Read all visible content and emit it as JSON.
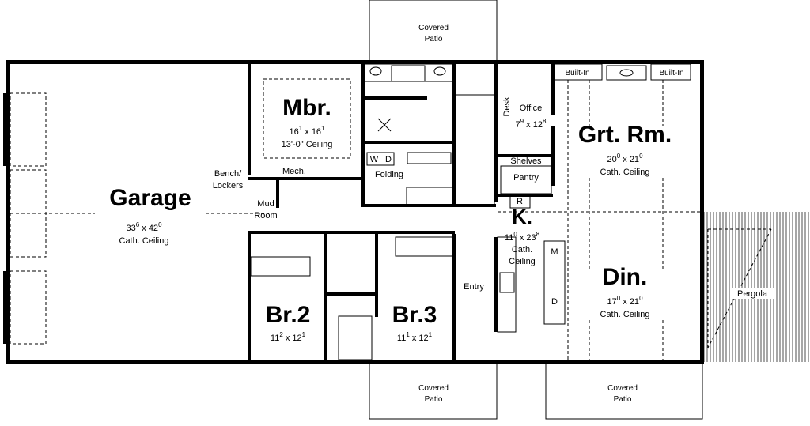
{
  "rooms": {
    "garage": {
      "name": "Garage",
      "w": "33",
      "wi": "6",
      "h": "42",
      "hi": "0",
      "note": "Cath. Ceiling"
    },
    "mbr": {
      "name": "Mbr.",
      "w": "16",
      "wi": "1",
      "h": "16",
      "hi": "1",
      "note": "13'-0\" Ceiling"
    },
    "grt": {
      "name": "Grt. Rm.",
      "w": "20",
      "wi": "0",
      "h": "21",
      "hi": "0",
      "note": "Cath. Ceiling"
    },
    "office": {
      "name": "Office",
      "w": "7",
      "wi": "9",
      "h": "12",
      "hi": "8"
    },
    "kitchen": {
      "name": "K.",
      "w": "11",
      "wi": "0",
      "h": "23",
      "hi": "8",
      "note1": "Cath.",
      "note2": "Ceiling"
    },
    "din": {
      "name": "Din.",
      "w": "17",
      "wi": "0",
      "h": "21",
      "hi": "0",
      "note": "Cath. Ceiling"
    },
    "br2": {
      "name": "Br.2",
      "w": "11",
      "wi": "2",
      "h": "12",
      "hi": "1"
    },
    "br3": {
      "name": "Br.3",
      "w": "11",
      "wi": "1",
      "h": "12",
      "hi": "1"
    }
  },
  "labels": {
    "patio_top": [
      "Covered",
      "Patio"
    ],
    "patio_bottom_left": [
      "Covered",
      "Patio"
    ],
    "patio_bottom_right": [
      "Covered",
      "Patio"
    ],
    "bench": [
      "Bench/",
      "Lockers"
    ],
    "mech": "Mech.",
    "mud": [
      "Mud",
      "Room"
    ],
    "folding": "Folding",
    "washer": "W",
    "dryer": "D",
    "desk": "Desk",
    "shelves": "Shelves",
    "pantry": "Pantry",
    "fridge": "R",
    "microwave": "M",
    "dishwasher": "D",
    "builtin_left": "Built-In",
    "builtin_right": "Built-In",
    "entry": "Entry",
    "pergola": "Pergola"
  }
}
